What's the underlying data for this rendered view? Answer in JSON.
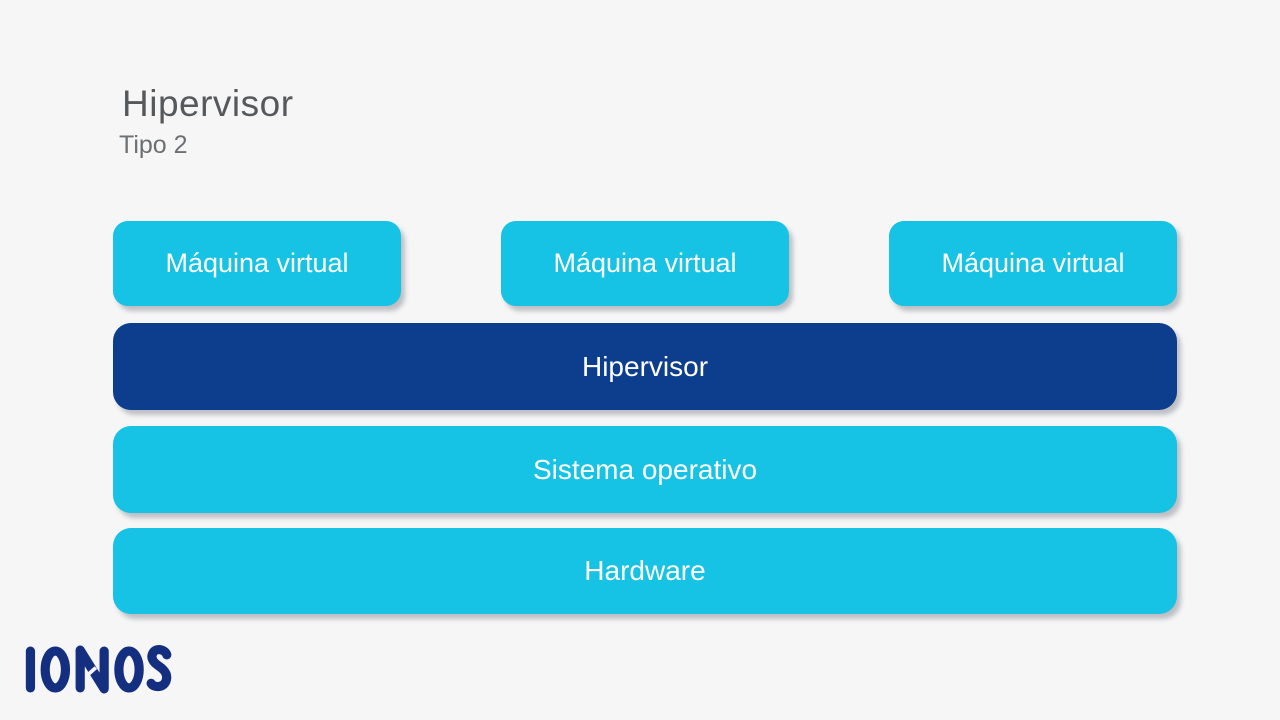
{
  "page": {
    "background_color": "#f6f6f7"
  },
  "header": {
    "title": "Hipervisor",
    "subtitle": "Tipo 2"
  },
  "diagram": {
    "vm_boxes": [
      {
        "label": "Máquina virtual"
      },
      {
        "label": "Máquina virtual"
      },
      {
        "label": "Máquina virtual"
      }
    ],
    "layers": [
      {
        "id": "hypervisor",
        "label": "Hipervisor",
        "color": "#0d3e8d",
        "text_color": "#ffffff"
      },
      {
        "id": "operating-system",
        "label": "Sistema operativo",
        "color": "#16c3e4",
        "text_color": "#ffffff"
      },
      {
        "id": "hardware",
        "label": "Hardware",
        "color": "#16c3e4",
        "text_color": "#ffffff"
      }
    ],
    "vm_box_color": "#16c3e4",
    "shadow_color": "rgba(105,110,120,0.40)"
  },
  "footer": {
    "logo_text": "IONOS",
    "logo_color": "#152f80"
  }
}
